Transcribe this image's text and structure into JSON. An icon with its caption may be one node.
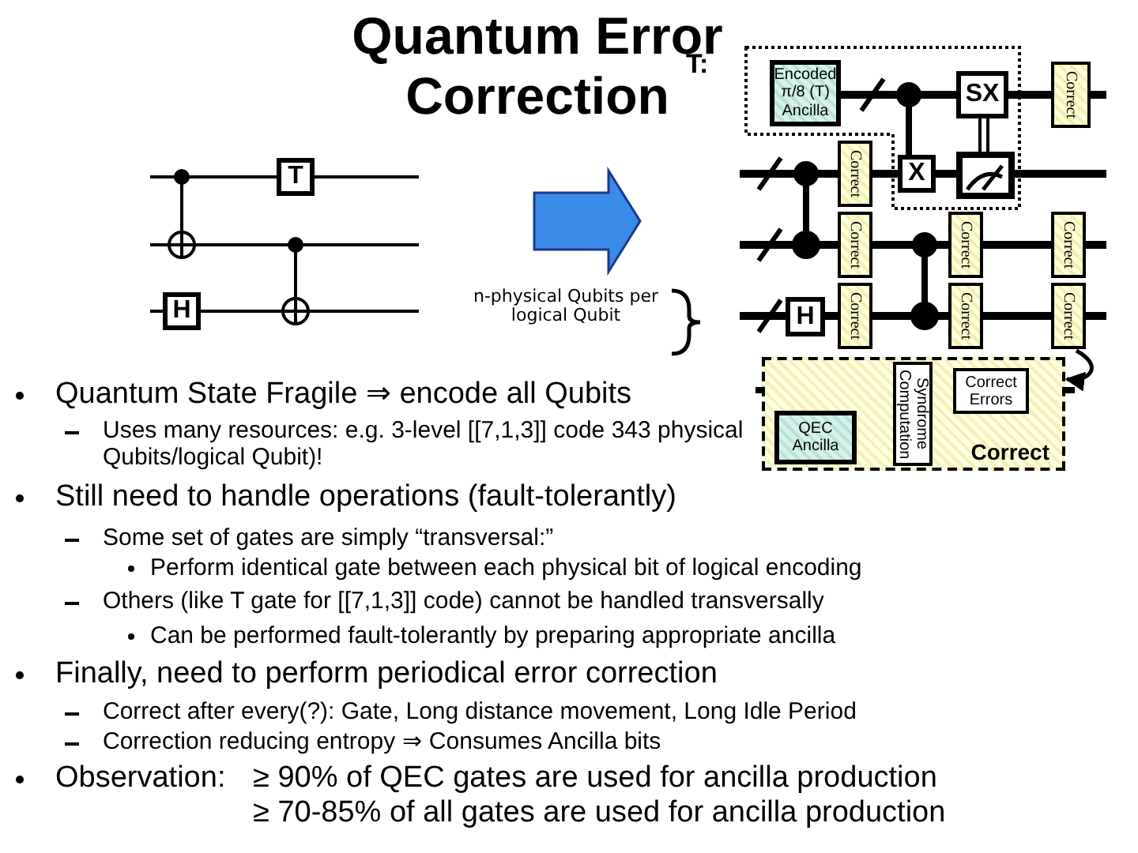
{
  "diagram": {
    "title": "Quantum Error Correction",
    "nodes": [
      {
        "text": [
          "Encoded π/8 (T) Ancilla"
        ]
      },
      {
        "text": [
          "SX"
        ]
      },
      {
        "text": [
          "Correct"
        ]
      },
      {
        "text": [
          "T"
        ]
      },
      {
        "text": [
          "Correct"
        ]
      },
      {
        "text": [
          "X"
        ]
      },
      {
        "text": [
          "Correct"
        ]
      },
      {
        "text": [
          "Correct"
        ]
      },
      {
        "text": [
          "Correct"
        ]
      },
      {
        "text": [
          "H"
        ]
      },
      {
        "text": [
          "H"
        ]
      },
      {
        "text": [
          "Correct"
        ]
      },
      {
        "text": [
          "Correct"
        ]
      },
      {
        "text": [
          "Correct"
        ]
      },
      {
        "text": [
          "Correct"
        ]
      },
      {
        "text": [
          "Syndrome Computation"
        ],
        "in": 14
      },
      {
        "text": [
          "Correct Errors"
        ],
        "in": 14
      },
      {
        "text": [
          "QEC Ancilla"
        ],
        "in": 14
      }
    ],
    "edges": [
      {
        "from": 13,
        "to": 14,
        "arrow": "to"
      }
    ],
    "labels": [
      "T:",
      "n-physical Qubits per logical Qubit",
      "Quantum State Fragile ⇒ encode all Qubits",
      "Uses many resources: e.g. 3-level [[7,1,3]] code 343 physical Qubits/logical Qubit)!",
      "Still need to handle operations (fault-tolerantly)",
      "Some set of gates are simply “transversal:”",
      "Perform identical gate between each physical bit of logical encoding",
      "Others (like T gate for [[7,1,3]] code) cannot be handled transversally",
      "Can be performed fault-tolerantly by preparing appropriate ancilla",
      "Finally, need to perform periodical error correction",
      "Correct after every(?): Gate, Long distance movement, Long Idle Period",
      "Correction reducing entropy ⇒ Consumes Ancilla bits",
      "Observation:",
      "≥ 90% of QEC gates are used for ancilla production",
      "≥ 70-85% of all gates are used for ancilla production"
    ]
  }
}
